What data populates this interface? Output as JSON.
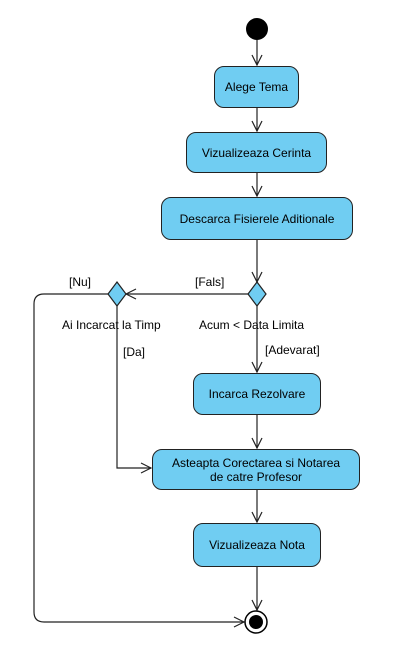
{
  "colors": {
    "node_fill": "#70cdf2",
    "stroke": "#222222"
  },
  "nodes": {
    "alege_tema": "Alege Tema",
    "vizualizeaza_cerinta": "Vizualizeaza Cerinta",
    "descarca_fisiere": "Descarca Fisierele Aditionale",
    "incarca_rezolvare": "Incarca Rezolvare",
    "asteapta_corectare_line1": "Asteapta Corectarea si Notarea",
    "asteapta_corectare_line2": "de catre Profesor",
    "vizualizeaza_nota": "Vizualizeaza Nota"
  },
  "labels": {
    "nu": "[Nu]",
    "fals": "[Fals]",
    "ai_incarcat": "Ai Incarcat la Timp",
    "acum_data_limita": "Acum < Data Limita",
    "da": "[Da]",
    "adevarat": "[Adevarat]"
  }
}
